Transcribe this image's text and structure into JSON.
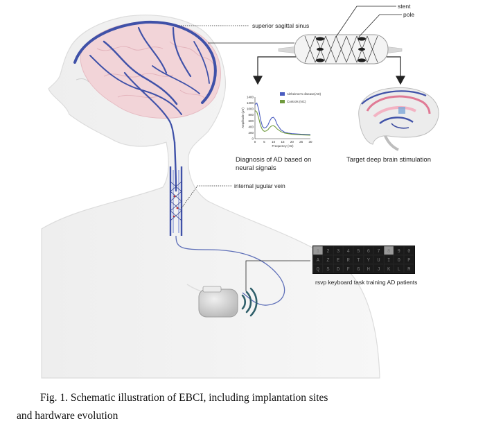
{
  "labels": {
    "superior_sagittal_sinus": "superior sagittal sinus",
    "stent": "stent",
    "pole": "pole",
    "internal_jugular_vein": "internal jugular vein",
    "diagnosis_line1": "Diagnosis of AD based on",
    "diagnosis_line2": "neural signals",
    "target_stimulation": "Target deep brain stimulation",
    "rsvp_keyboard": "rsvp keyboard task training AD patients"
  },
  "caption": {
    "line1": "Fig. 1. Schematic illustration of EBCI, including implantation sites",
    "line2": "and hardware evolution"
  },
  "keyboard": {
    "rows": [
      [
        "1",
        "2",
        "3",
        "4",
        "5",
        "6",
        "7",
        "8",
        "9",
        "0"
      ],
      [
        "A",
        "Z",
        "E",
        "R",
        "T",
        "Y",
        "U",
        "I",
        "O",
        "P"
      ],
      [
        "Q",
        "S",
        "D",
        "F",
        "G",
        "H",
        "J",
        "K",
        "L",
        "M"
      ]
    ],
    "highlighted": [
      0,
      7
    ]
  },
  "colors": {
    "vein": "#3f51a8",
    "ad_series": "#4a5cc0",
    "nc_series": "#6f9a3c",
    "device": "#cfcfcf",
    "wireless": "#2f5f6a"
  },
  "chart_data": {
    "type": "line",
    "xlabel": "Frequency (Hz)",
    "ylabel": "Amplitude (μV)",
    "xlim": [
      0,
      30
    ],
    "ylim": [
      0,
      1400
    ],
    "xticks": [
      0,
      5,
      10,
      15,
      20,
      25,
      30
    ],
    "yticks": [
      0,
      200,
      400,
      600,
      800,
      1000,
      1200,
      1400
    ],
    "series": [
      {
        "name": "Alzheimer's disease(AD)",
        "x": [
          0,
          1,
          2,
          3,
          4,
          5,
          6,
          7,
          8,
          9,
          10,
          11,
          12,
          14,
          16,
          18,
          20,
          25,
          30
        ],
        "y": [
          1150,
          1200,
          1000,
          650,
          420,
          360,
          380,
          460,
          600,
          700,
          720,
          640,
          480,
          300,
          220,
          190,
          170,
          150,
          140
        ]
      },
      {
        "name": "Controls (NC)",
        "x": [
          0,
          1,
          2,
          3,
          4,
          5,
          6,
          7,
          8,
          9,
          10,
          11,
          12,
          14,
          16,
          18,
          20,
          25,
          30
        ],
        "y": [
          950,
          900,
          700,
          450,
          300,
          250,
          260,
          300,
          380,
          430,
          440,
          400,
          330,
          240,
          190,
          170,
          150,
          130,
          120
        ]
      }
    ]
  }
}
